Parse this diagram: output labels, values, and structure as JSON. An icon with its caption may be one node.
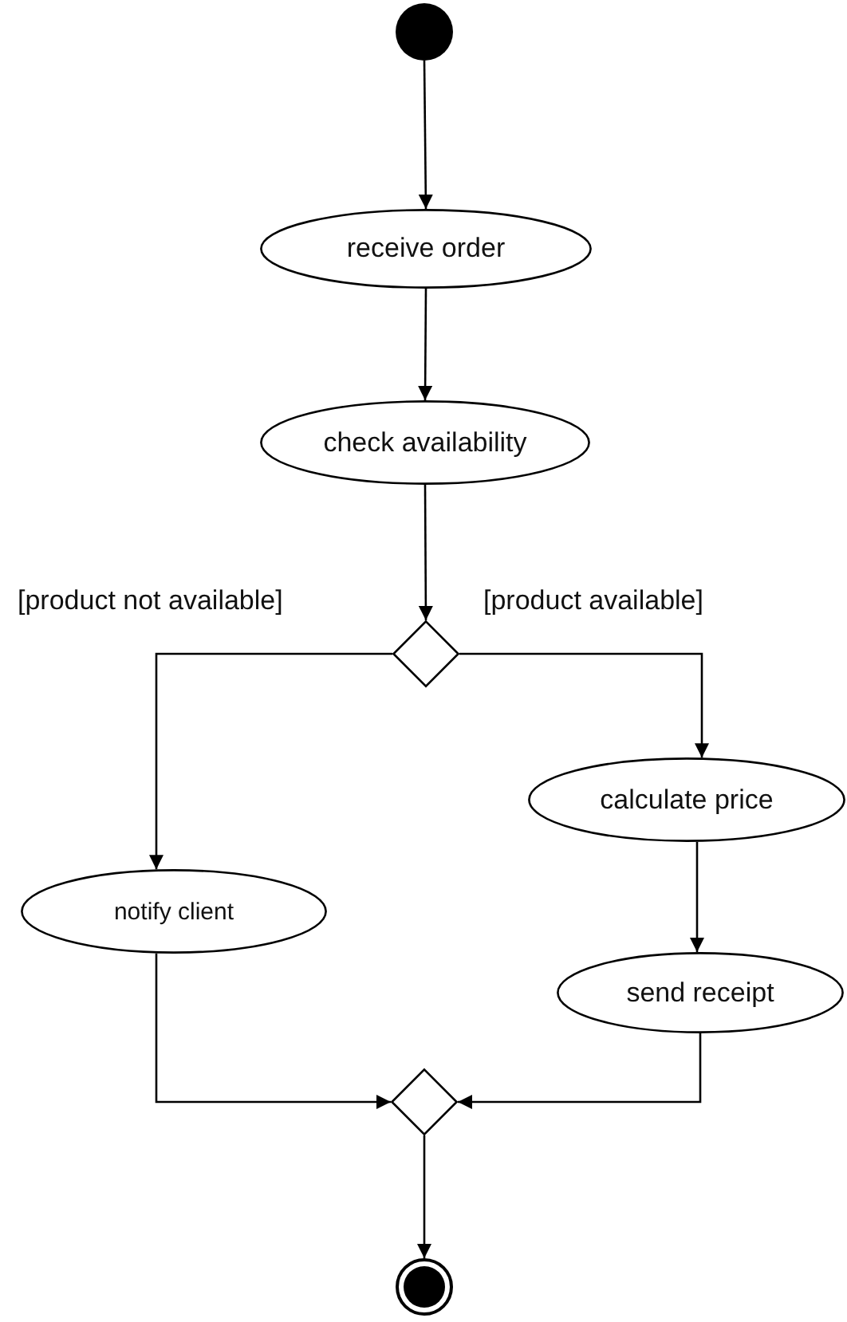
{
  "diagram": {
    "nodes": [
      {
        "text": [],
        "shape": "circle"
      },
      {
        "text": [
          "receive order"
        ]
      },
      {
        "text": [
          "check availability"
        ]
      },
      {
        "text": [],
        "shape": "diamond"
      },
      {
        "text": [
          "calculate price"
        ]
      },
      {
        "text": [
          "notify client"
        ]
      },
      {
        "text": [
          "send receipt"
        ]
      },
      {
        "text": [],
        "shape": "diamond"
      },
      {
        "text": [],
        "shape": "circle"
      }
    ],
    "edges": [
      {
        "from": 0,
        "to": 1,
        "arrow": "to"
      },
      {
        "from": 1,
        "to": 2,
        "arrow": "to"
      },
      {
        "from": 2,
        "to": 3,
        "arrow": "to"
      },
      {
        "from": 3,
        "to": 5,
        "arrow": "to",
        "label": "[product not available]"
      },
      {
        "from": 3,
        "to": 4,
        "arrow": "to",
        "label": "[product available]"
      },
      {
        "from": 4,
        "to": 6,
        "arrow": "to"
      },
      {
        "from": 5,
        "to": 7,
        "arrow": "to"
      },
      {
        "from": 6,
        "to": 7,
        "arrow": "to"
      },
      {
        "from": 7,
        "to": 8,
        "arrow": "to"
      }
    ]
  }
}
